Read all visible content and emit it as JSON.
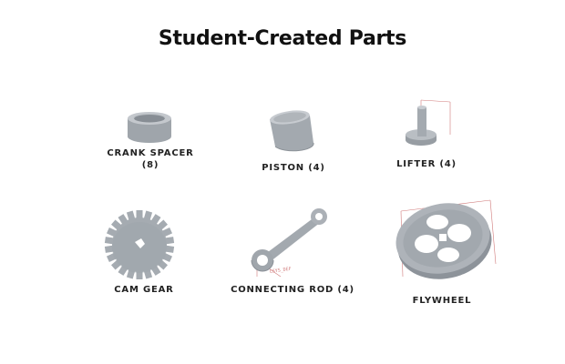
{
  "title": "Student-Created Parts",
  "parts": [
    {
      "name": "crank-spacer",
      "label_line1": "CRANK SPACER",
      "label_line2": "(8)"
    },
    {
      "name": "piston",
      "label_line1": "PISTON (4)"
    },
    {
      "name": "lifter",
      "label_line1": "LIFTER (4)"
    },
    {
      "name": "cam-gear",
      "label_line1": "CAM GEAR"
    },
    {
      "name": "connecting-rod",
      "label_line1": "CONNECTING ROD (4)",
      "annotation": "CSYS_DEF"
    },
    {
      "name": "flywheel",
      "label_line1": "FLYWHEEL"
    }
  ],
  "colors": {
    "part_fill": "#a8adb3",
    "part_dark": "#8a9097",
    "part_light": "#c8ccd1",
    "construction_line": "#d07a7a"
  }
}
